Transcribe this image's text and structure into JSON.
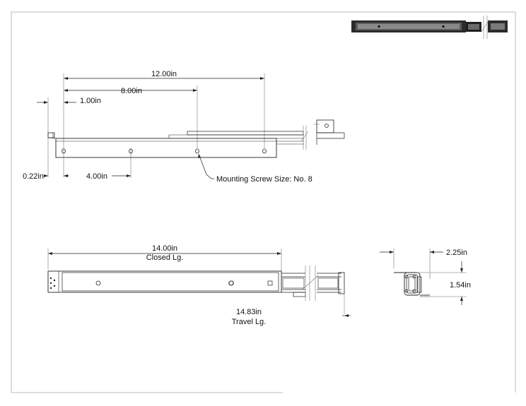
{
  "drawing": {
    "side_view": {
      "dim_overall_mount": "12.00in",
      "dim_mid_mount": "8.00in",
      "dim_first_hole": "1.00in",
      "dim_edge_offset": "0.22in",
      "dim_hole_spacing": "4.00in",
      "note_screw": "Mounting Screw Size: No. 8"
    },
    "bottom_view": {
      "dim_closed_value": "14.00in",
      "dim_closed_label": "Closed Lg.",
      "dim_travel_value": "14.83in",
      "dim_travel_label": "Travel Lg."
    },
    "profile_view": {
      "dim_width": "2.25in",
      "dim_height": "1.54in"
    }
  }
}
